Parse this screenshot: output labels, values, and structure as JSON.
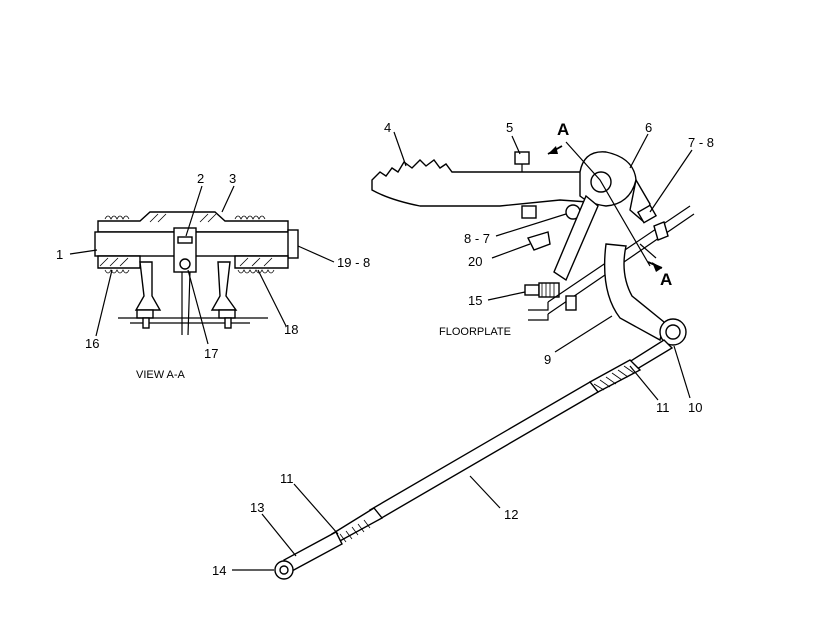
{
  "figure": {
    "view_caption": "VIEW A-A",
    "floorplate_label": "FLOORPLATE",
    "section_marker": "A"
  },
  "callouts": {
    "c1": "1",
    "c2": "2",
    "c3": "3",
    "c4": "4",
    "c5": "5",
    "c6": "6",
    "c7_8": "7 - 8",
    "c8_7": "8 - 7",
    "c9": "9",
    "c10": "10",
    "c11a": "11",
    "c11b": "11",
    "c12": "12",
    "c13": "13",
    "c14": "14",
    "c15": "15",
    "c16": "16",
    "c17": "17",
    "c18": "18",
    "c19_8": "19 - 8",
    "c20": "20"
  }
}
